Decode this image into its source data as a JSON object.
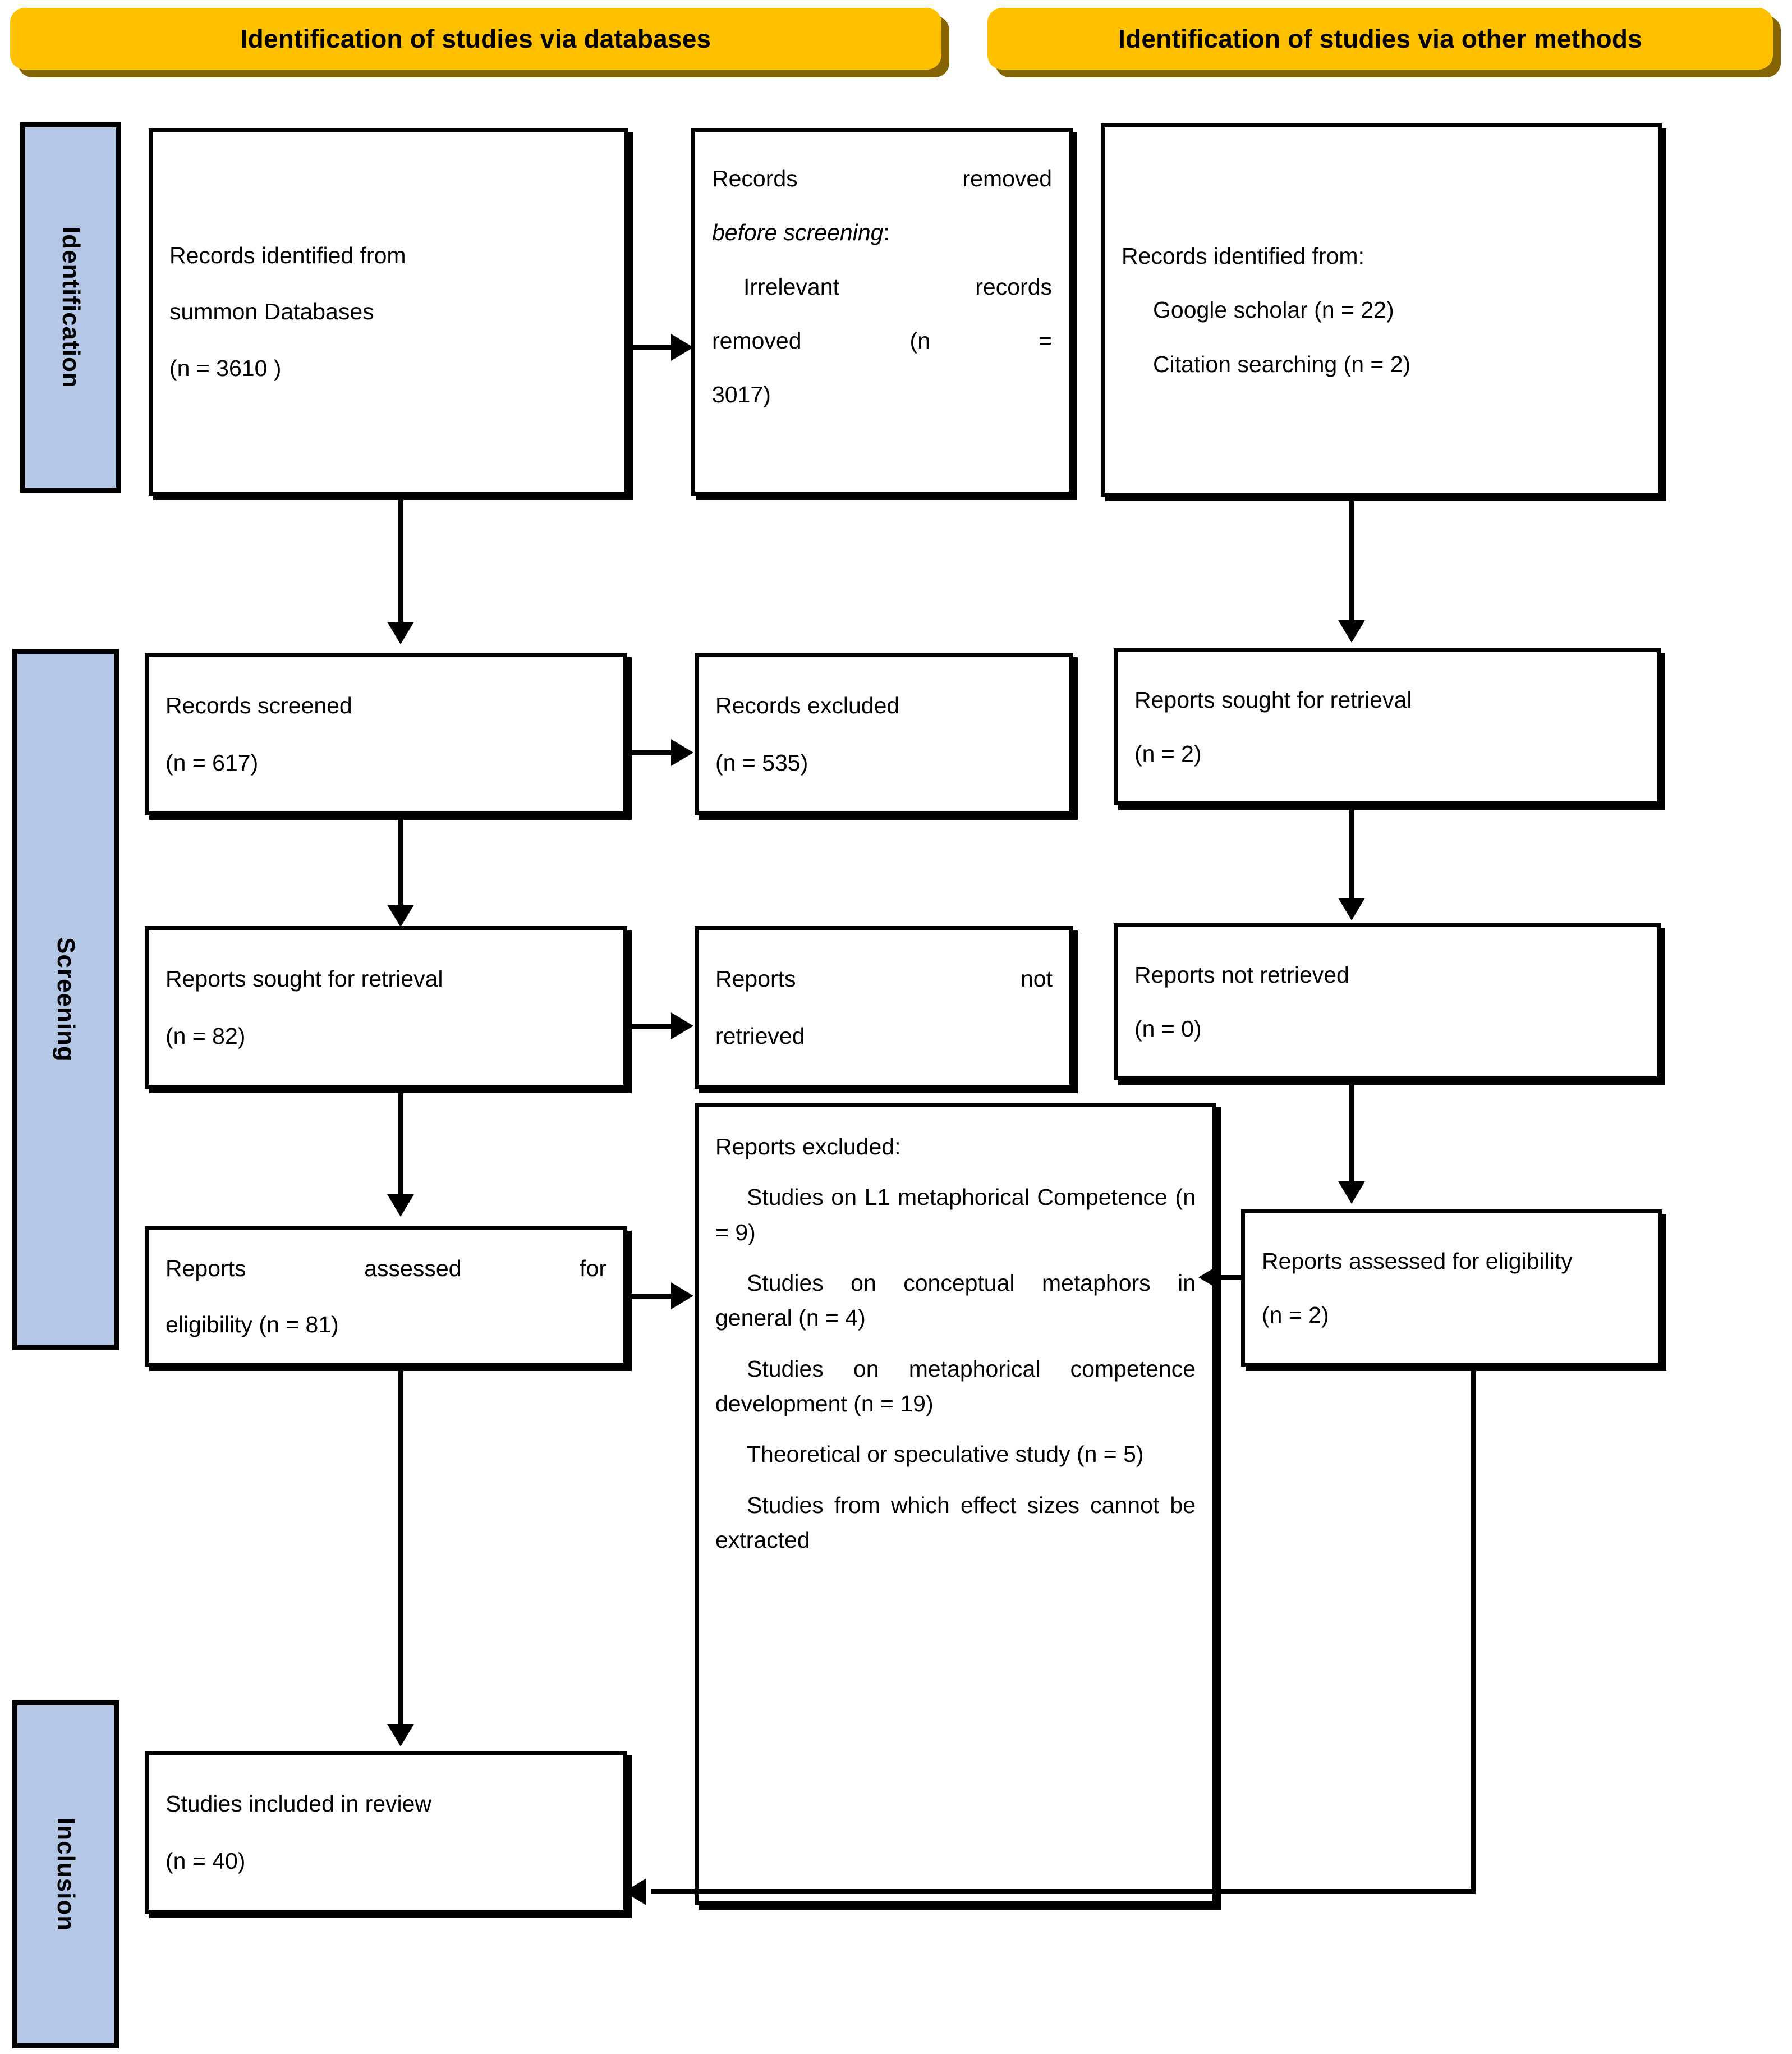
{
  "diagram": {
    "type": "PRISMA 2020 flow diagram",
    "headers": [
      {
        "id": "databases",
        "label": "Identification of studies via databases"
      },
      {
        "id": "other-methods",
        "label": "Identification of studies via other methods"
      }
    ],
    "stages": [
      {
        "id": "identification",
        "label": "Identification"
      },
      {
        "id": "screening",
        "label": "Screening"
      },
      {
        "id": "inclusion",
        "label": "Inclusion"
      }
    ],
    "boxes": {
      "records_identified": {
        "line1": "Records identified from",
        "line2": "summon Databases",
        "line3": " (n = 3610 )"
      },
      "records_removed": {
        "line1": "Records removed",
        "line2_italic": "before screening",
        "line2_tail": ":",
        "line3": "Irrelevant records",
        "line4": "removed (n =",
        "line5": "3017)"
      },
      "records_identified_other": {
        "line1": "Records identified from:",
        "line2": "Google scholar (n = 22)",
        "line3": "Citation searching (n = 2)"
      },
      "records_screened": {
        "line1": "Records screened",
        "line2": "(n = 617)"
      },
      "records_excluded": {
        "line1": "Records excluded",
        "line2": "(n = 535)"
      },
      "reports_sought_other": {
        "line1": "Reports sought for retrieval",
        "line2": "(n = 2)"
      },
      "reports_sought": {
        "line1": "Reports sought for retrieval",
        "line2": "(n = 82)"
      },
      "reports_not_retrieved_db": {
        "line1": "Reports not",
        "line2": "retrieved"
      },
      "reports_not_retrieved_other": {
        "line1": "Reports not retrieved",
        "line2": "(n = 0)"
      },
      "reports_assessed": {
        "line1": "Reports assessed for",
        "line2": "eligibility (n = 81)"
      },
      "reports_assessed_other": {
        "line1": "Reports assessed for eligibility",
        "line2": "(n = 2)"
      },
      "reports_excluded": {
        "heading": "Reports excluded:",
        "reasons": [
          "Studies on L1 metaphorical Competence (n = 9)",
          "Studies on conceptual metaphors in general (n = 4)",
          "Studies on metaphorical competence development (n = 19)",
          "Theoretical or speculative study (n = 5)",
          "Studies from which effect sizes cannot be extracted"
        ]
      },
      "studies_included": {
        "line1": "Studies included in review",
        "line2": "(n = 40)"
      }
    },
    "colors": {
      "banner_fill": "#FFC000",
      "banner_shadow": "#856404",
      "stage_label_fill": "#B4C7E7",
      "box_border": "#000000",
      "box_fill": "#FFFFFF"
    }
  }
}
